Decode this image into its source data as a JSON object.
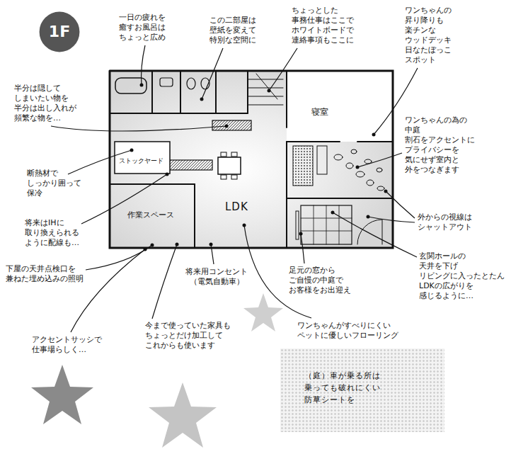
{
  "diagram": {
    "nodes": [
      {
        "text": [
          "1F"
        ]
      },
      {
        "text": [
          "（庭）車が乗る所は 乗っても破れにくい 防草シートを"
        ]
      }
    ],
    "labels": [
      "一日の疲れを 癒すお風呂は ちょっと広め",
      "この二部屋は 壁紙を変えて 特別な空間に",
      "ちょっとした 事務仕事はここで ホワイトボードで 連絡事項もここに",
      "ワンちゃんの 昇り降りも 楽チンな ウッドデッキ 日なたぼっこ スポット",
      "半分は隠して しまいたい物を 半分は出し入れが 頻繁な物を…",
      "ワンちゃんの為の 中庭 割石をアクセントに プライバシーを 気にせず室内と 外をつなぎます",
      "断熱材で しっかり囲って 保冷",
      "将来はIHに 取り換えられる ように配線も…",
      "外からの視線は シャットアウト",
      "下屋の天井点検口を 兼ねた埋め込みの照明",
      "将来用コンセント （電気自動車）",
      "玄関ホールの 天井を下げ リビングに入ったとたん LDKの広がりを 感じるように…",
      "足元の窓から ご自慢の中庭で お客様をお出迎え",
      "アクセントサッシで 仕事場らしく…",
      "今まで使っていた家具も ちょっとだけ加工して これからも使います",
      "ワンちゃんがすべりにくい ペットに優しいフローリング",
      "寝室",
      "LDK",
      "作業スペース",
      "ストックヤード"
    ]
  }
}
